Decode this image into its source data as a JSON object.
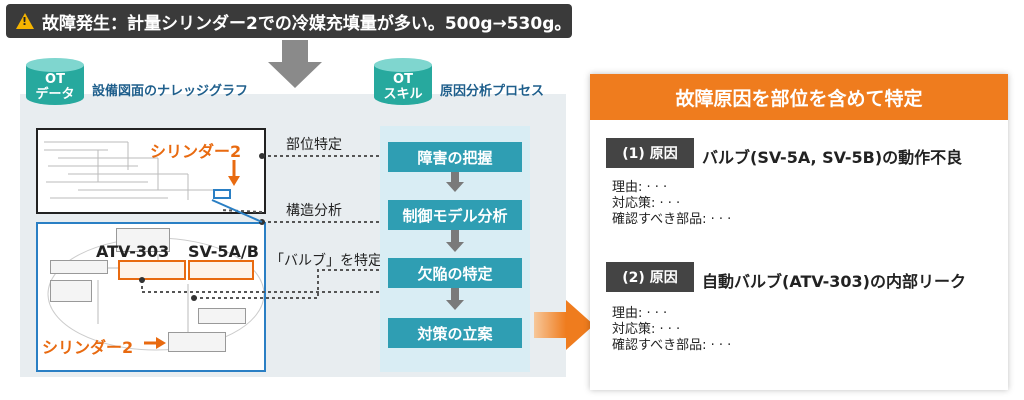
{
  "banner": {
    "text": "故障発生：計量シリンダー2での冷媒充填量が多い。500g→530g。",
    "icon": "warning-icon"
  },
  "ot_data": {
    "cylinder_label_1": "OT",
    "cylinder_label_2": "データ",
    "caption": "設備図面のナレッジグラフ"
  },
  "ot_skill": {
    "cylinder_label_1": "OT",
    "cylinder_label_2": "スキル",
    "caption": "原因分析プロセス"
  },
  "diagram": {
    "cylinder2_top": "シリンダー2",
    "atv": "ATV-303",
    "sv": "SV-5A/B",
    "cylinder2_bottom": "シリンダー2"
  },
  "connectors": {
    "part_identify": "部位特定",
    "structure_analysis": "構造分析",
    "valve_identify": "「バルブ」を特定"
  },
  "steps": [
    "障害の把握",
    "制御モデル分析",
    "欠陥の特定",
    "対策の立案"
  ],
  "result": {
    "title": "故障原因を部位を含めて特定",
    "causes": [
      {
        "tag": "(1) 原因",
        "text": "バルブ(SV-5A, SV-5B)の動作不良",
        "reason": "理由: · · ·",
        "measure": "対応策: · · ·",
        "parts": "確認すべき部品: · · ·"
      },
      {
        "tag": "(2) 原因",
        "text": "自動バルブ(ATV-303)の内部リーク",
        "reason": "理由: · · ·",
        "measure": "対応策: · · ·",
        "parts": "確認すべき部品: · · ·"
      }
    ]
  },
  "colors": {
    "orange": "#ef7c1e",
    "teal": "#2f9eb3",
    "cylinder": "#27a99e",
    "banner": "#3a3a3a"
  }
}
